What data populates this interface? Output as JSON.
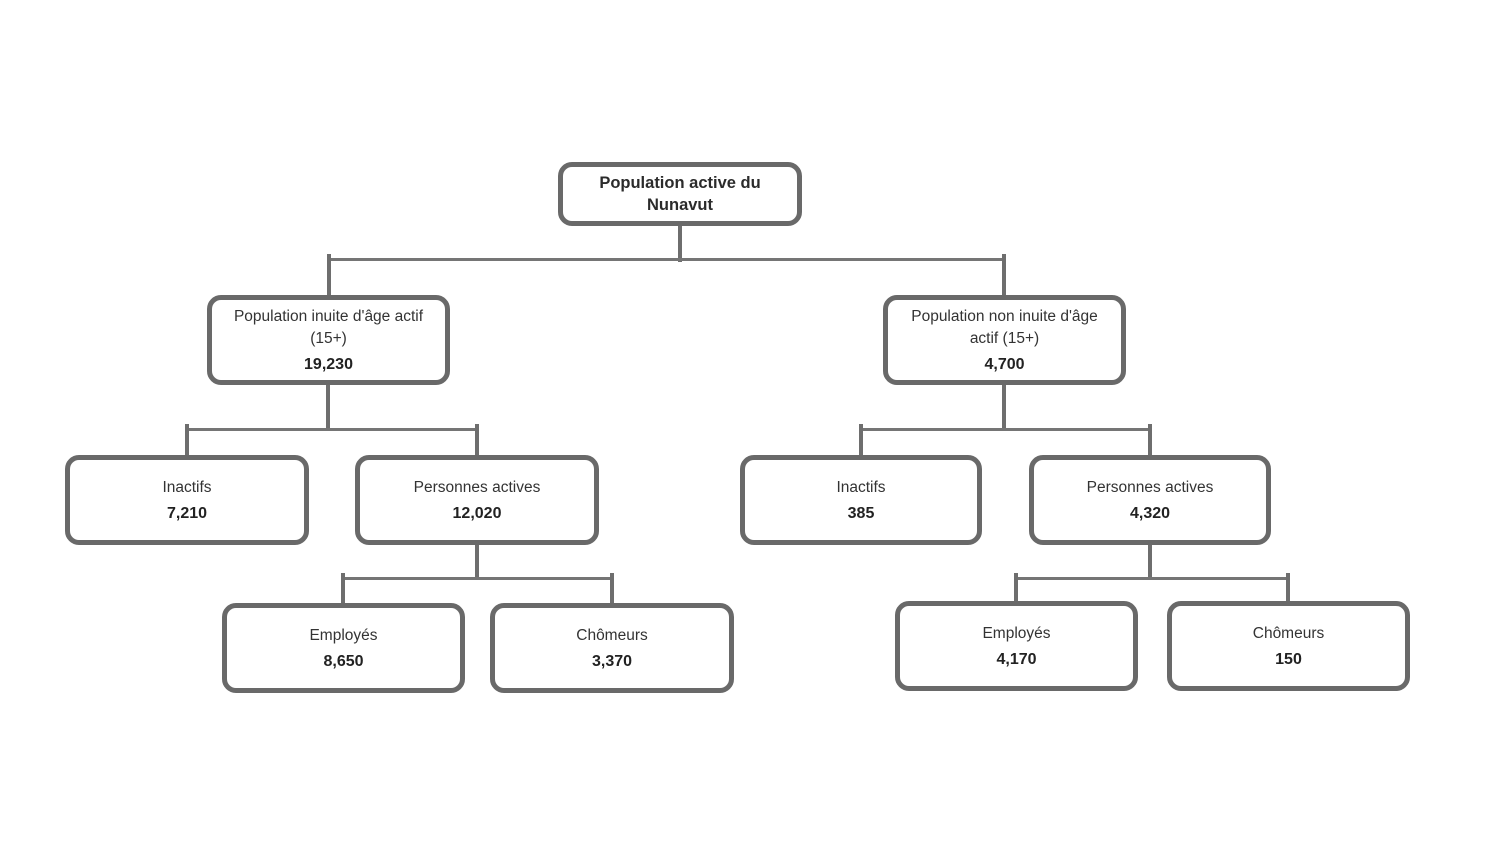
{
  "diagram": {
    "type": "tree",
    "title": "Population active du Nunavut",
    "colors": {
      "box_border": "#696969",
      "connector": "#757575",
      "label_text": "#333333",
      "value_text": "#222222",
      "background": "#ffffff"
    },
    "nodes": {
      "root": {
        "label": "Population active du Nunavut"
      },
      "inuit": {
        "label": "Population inuite d'âge actif (15+)",
        "value": "19,230"
      },
      "non_inuit": {
        "label": "Population non inuite d'âge actif (15+)",
        "value": "4,700"
      },
      "inuit_inactifs": {
        "label": "Inactifs",
        "value": "7,210"
      },
      "inuit_actives": {
        "label": "Personnes actives",
        "value": "12,020"
      },
      "inuit_employes": {
        "label": "Employés",
        "value": "8,650"
      },
      "inuit_chomeurs": {
        "label": "Chômeurs",
        "value": "3,370"
      },
      "non_inuit_inactifs": {
        "label": "Inactifs",
        "value": "385"
      },
      "non_inuit_actives": {
        "label": "Personnes actives",
        "value": "4,320"
      },
      "non_inuit_employes": {
        "label": "Employés",
        "value": "4,170"
      },
      "non_inuit_chomeurs": {
        "label": "Chômeurs",
        "value": "150"
      }
    },
    "hierarchy": {
      "root": [
        "inuit",
        "non_inuit"
      ],
      "inuit": [
        "inuit_inactifs",
        "inuit_actives"
      ],
      "inuit_actives": [
        "inuit_employes",
        "inuit_chomeurs"
      ],
      "non_inuit": [
        "non_inuit_inactifs",
        "non_inuit_actives"
      ],
      "non_inuit_actives": [
        "non_inuit_employes",
        "non_inuit_chomeurs"
      ]
    }
  }
}
